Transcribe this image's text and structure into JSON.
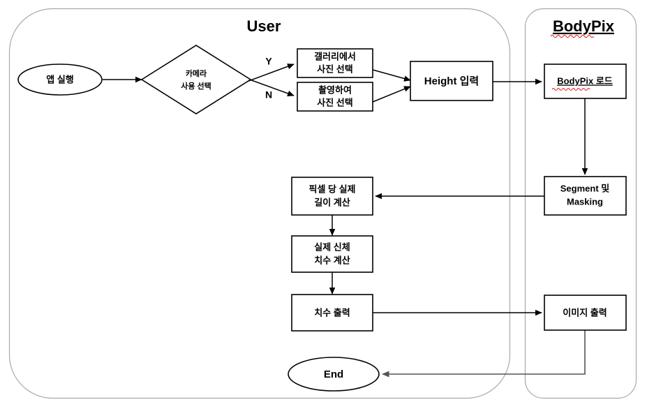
{
  "diagram": {
    "type": "flowchart",
    "title_note": "BodyPix body-measurement app flow",
    "lanes": [
      {
        "id": "user",
        "label": "User"
      },
      {
        "id": "bodypix",
        "label": "BodyPix"
      }
    ],
    "nodes": [
      {
        "id": "start",
        "lane": "user",
        "shape": "ellipse",
        "label": "앱 실행"
      },
      {
        "id": "camera",
        "lane": "user",
        "shape": "diamond",
        "label_line1": "카메라",
        "label_line2": "사용 선택"
      },
      {
        "id": "gallery",
        "lane": "user",
        "shape": "rect",
        "label_line1": "갤러리에서",
        "label_line2": "사진 선택"
      },
      {
        "id": "capture",
        "lane": "user",
        "shape": "rect",
        "label_line1": "촬영하여",
        "label_line2": "사진 선택"
      },
      {
        "id": "height",
        "lane": "user",
        "shape": "rect",
        "label": "Height 입력"
      },
      {
        "id": "load",
        "lane": "bodypix",
        "shape": "rect",
        "label": "BodyPix 로드",
        "underline": true,
        "spellcheck_error": true
      },
      {
        "id": "segment",
        "lane": "bodypix",
        "shape": "rect",
        "label_line1": "Segment 및",
        "label_line2": "Masking"
      },
      {
        "id": "pixlen",
        "lane": "user",
        "shape": "rect",
        "label_line1": "픽셀 당 실제",
        "label_line2": "길이 계산"
      },
      {
        "id": "bodysize",
        "lane": "user",
        "shape": "rect",
        "label_line1": "실제 신체",
        "label_line2": "치수 계산"
      },
      {
        "id": "sizeout",
        "lane": "user",
        "shape": "rect",
        "label": "치수 출력"
      },
      {
        "id": "imageout",
        "lane": "bodypix",
        "shape": "rect",
        "label": "이미지 출력"
      },
      {
        "id": "end",
        "lane": "user",
        "shape": "ellipse",
        "label": "End"
      }
    ],
    "edges": [
      {
        "from": "start",
        "to": "camera",
        "label": ""
      },
      {
        "from": "camera",
        "to": "gallery",
        "label": "Y"
      },
      {
        "from": "camera",
        "to": "capture",
        "label": "N"
      },
      {
        "from": "gallery",
        "to": "height",
        "label": ""
      },
      {
        "from": "capture",
        "to": "height",
        "label": ""
      },
      {
        "from": "height",
        "to": "load",
        "label": ""
      },
      {
        "from": "load",
        "to": "segment",
        "label": ""
      },
      {
        "from": "segment",
        "to": "pixlen",
        "label": ""
      },
      {
        "from": "pixlen",
        "to": "bodysize",
        "label": ""
      },
      {
        "from": "bodysize",
        "to": "sizeout",
        "label": ""
      },
      {
        "from": "sizeout",
        "to": "imageout",
        "label": ""
      },
      {
        "from": "imageout",
        "to": "end",
        "label": ""
      }
    ],
    "colors": {
      "lane_border": "#a9a9a9",
      "node_border": "#000000",
      "node_fill": "#ffffff",
      "line": "#000000",
      "line_gray": "#555555",
      "spellcheck_underline": "#e8262a",
      "text": "#000000",
      "background": "#ffffff"
    }
  }
}
